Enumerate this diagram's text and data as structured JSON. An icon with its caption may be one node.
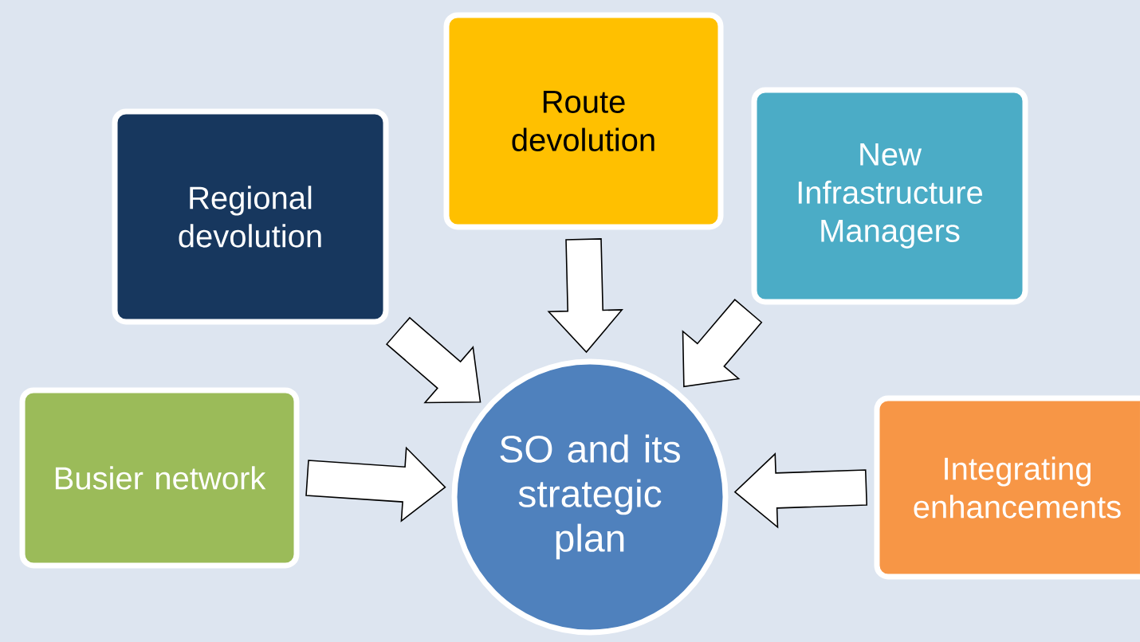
{
  "diagram": {
    "nodes": [
      {
        "text": [
          "Regional devolution"
        ]
      },
      {
        "text": [
          "Route devolution"
        ]
      },
      {
        "text": [
          "New Infrastructure Managers"
        ]
      },
      {
        "text": [
          "Busier network"
        ]
      },
      {
        "text": [
          "SO and its strategic plan"
        ]
      },
      {
        "text": [
          "Integrating enhancements"
        ]
      }
    ],
    "edges": [
      {
        "from": 0,
        "to": 4,
        "arrow": "to"
      },
      {
        "from": 1,
        "to": 4,
        "arrow": "to"
      },
      {
        "from": 2,
        "to": 4,
        "arrow": "to"
      },
      {
        "from": 3,
        "to": 4,
        "arrow": "to"
      },
      {
        "from": 5,
        "to": 4,
        "arrow": "to"
      }
    ]
  }
}
